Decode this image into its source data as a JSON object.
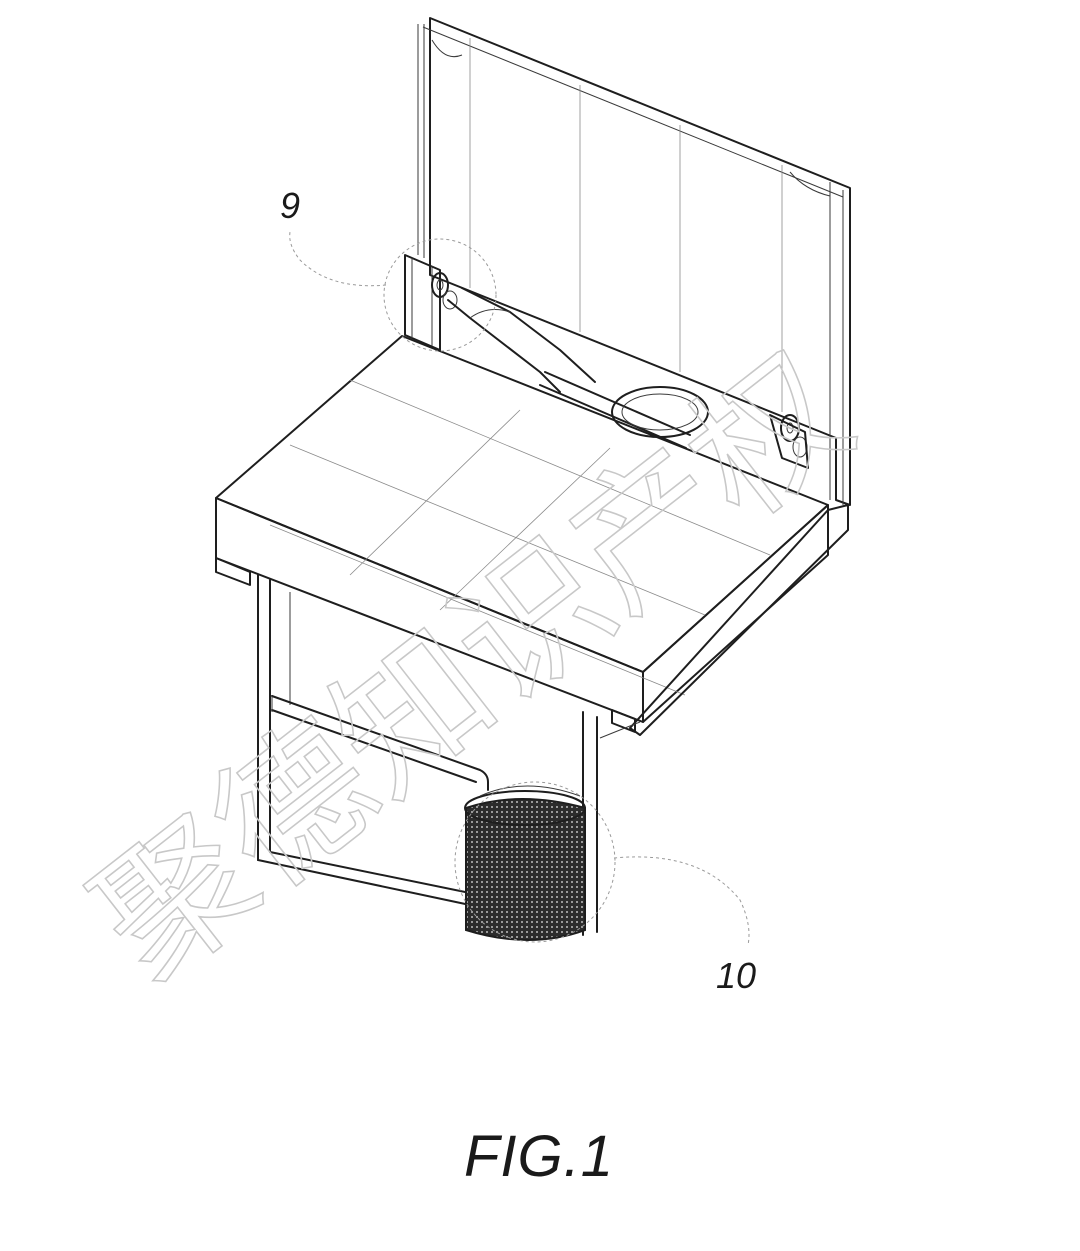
{
  "figure": {
    "caption": "FIG.1",
    "callouts": [
      {
        "id": "9",
        "label": "9"
      },
      {
        "id": "10",
        "label": "10"
      }
    ]
  },
  "watermark": {
    "text": "聚德知识产权"
  },
  "colors": {
    "line": "#1e1e1e",
    "watermark": "#c8c8c8",
    "background": "#ffffff"
  }
}
